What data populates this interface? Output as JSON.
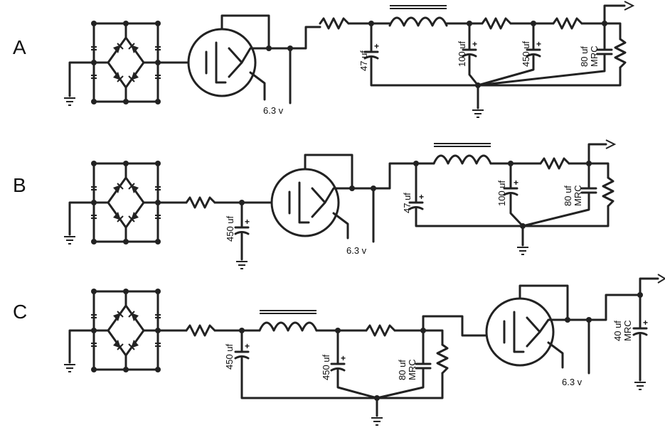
{
  "circuits": [
    {
      "label": "A",
      "heater": "6.3 v",
      "capacitors": [
        "47 uf",
        "100 uf",
        "450 uf"
      ],
      "mrc_cap": [
        "80 uf",
        "MRC"
      ]
    },
    {
      "label": "B",
      "heater": "6.3 v",
      "input_cap": "450 uf",
      "capacitors": [
        "47 uf",
        "100 uf"
      ],
      "mrc_cap": [
        "80 uf",
        "MRC"
      ]
    },
    {
      "label": "C",
      "heater": "6.3 v",
      "capacitors": [
        "450 uf",
        "450 uf"
      ],
      "mrc_cap": [
        "80 uf",
        "MRC"
      ],
      "output_cap": [
        "40 uf",
        "MRC"
      ]
    }
  ],
  "plus_sign": "+"
}
